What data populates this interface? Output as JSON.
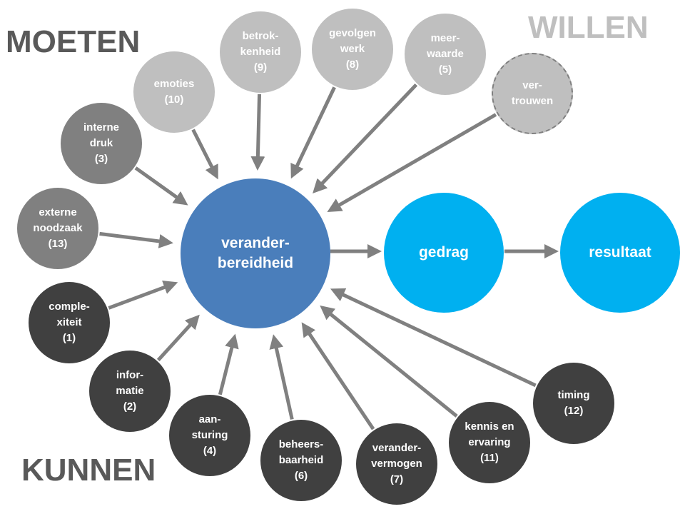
{
  "labels": {
    "moeten": "MOETEN",
    "willen": "WILLEN",
    "kunnen": "KUNNEN"
  },
  "colors": {
    "center": "#4a7ebb",
    "outcome": "#00b0f0",
    "willen": "#bfbfbf",
    "moeten": "#808080",
    "kunnen": "#404040",
    "arrow": "#808080"
  },
  "center": {
    "text": "verander-\nbereidheid"
  },
  "outcomes": [
    {
      "text": "gedrag"
    },
    {
      "text": "resultaat"
    }
  ],
  "factors": [
    {
      "id": "emoties",
      "text": "emoties\n(10)",
      "group": "willen"
    },
    {
      "id": "betrokkenheid",
      "text": "betrok-\nkenheid\n(9)",
      "group": "willen"
    },
    {
      "id": "gevolgen-werk",
      "text": "gevolgen\nwerk\n(8)",
      "group": "willen"
    },
    {
      "id": "meerwaarde",
      "text": "meer-\nwaarde\n(5)",
      "group": "willen"
    },
    {
      "id": "vertrouwen",
      "text": "ver-\ntrouwen",
      "group": "willen",
      "dashed": true
    },
    {
      "id": "interne-druk",
      "text": "interne\ndruk\n(3)",
      "group": "moeten"
    },
    {
      "id": "externe-noodzaak",
      "text": "externe\nnoodzaak\n(13)",
      "group": "moeten"
    },
    {
      "id": "complexiteit",
      "text": "comple-\nxiteit\n(1)",
      "group": "kunnen"
    },
    {
      "id": "informatie",
      "text": "infor-\nmatie\n(2)",
      "group": "kunnen"
    },
    {
      "id": "aansturing",
      "text": "aan-\nsturing\n(4)",
      "group": "kunnen"
    },
    {
      "id": "beheersbaarheid",
      "text": "beheers-\nbaarheid\n(6)",
      "group": "kunnen"
    },
    {
      "id": "verandervermogen",
      "text": "verander-\nvermogen\n(7)",
      "group": "kunnen"
    },
    {
      "id": "kennis-ervaring",
      "text": "kennis en\nervaring\n(11)",
      "group": "kunnen"
    },
    {
      "id": "timing",
      "text": "timing\n(12)",
      "group": "kunnen"
    }
  ]
}
